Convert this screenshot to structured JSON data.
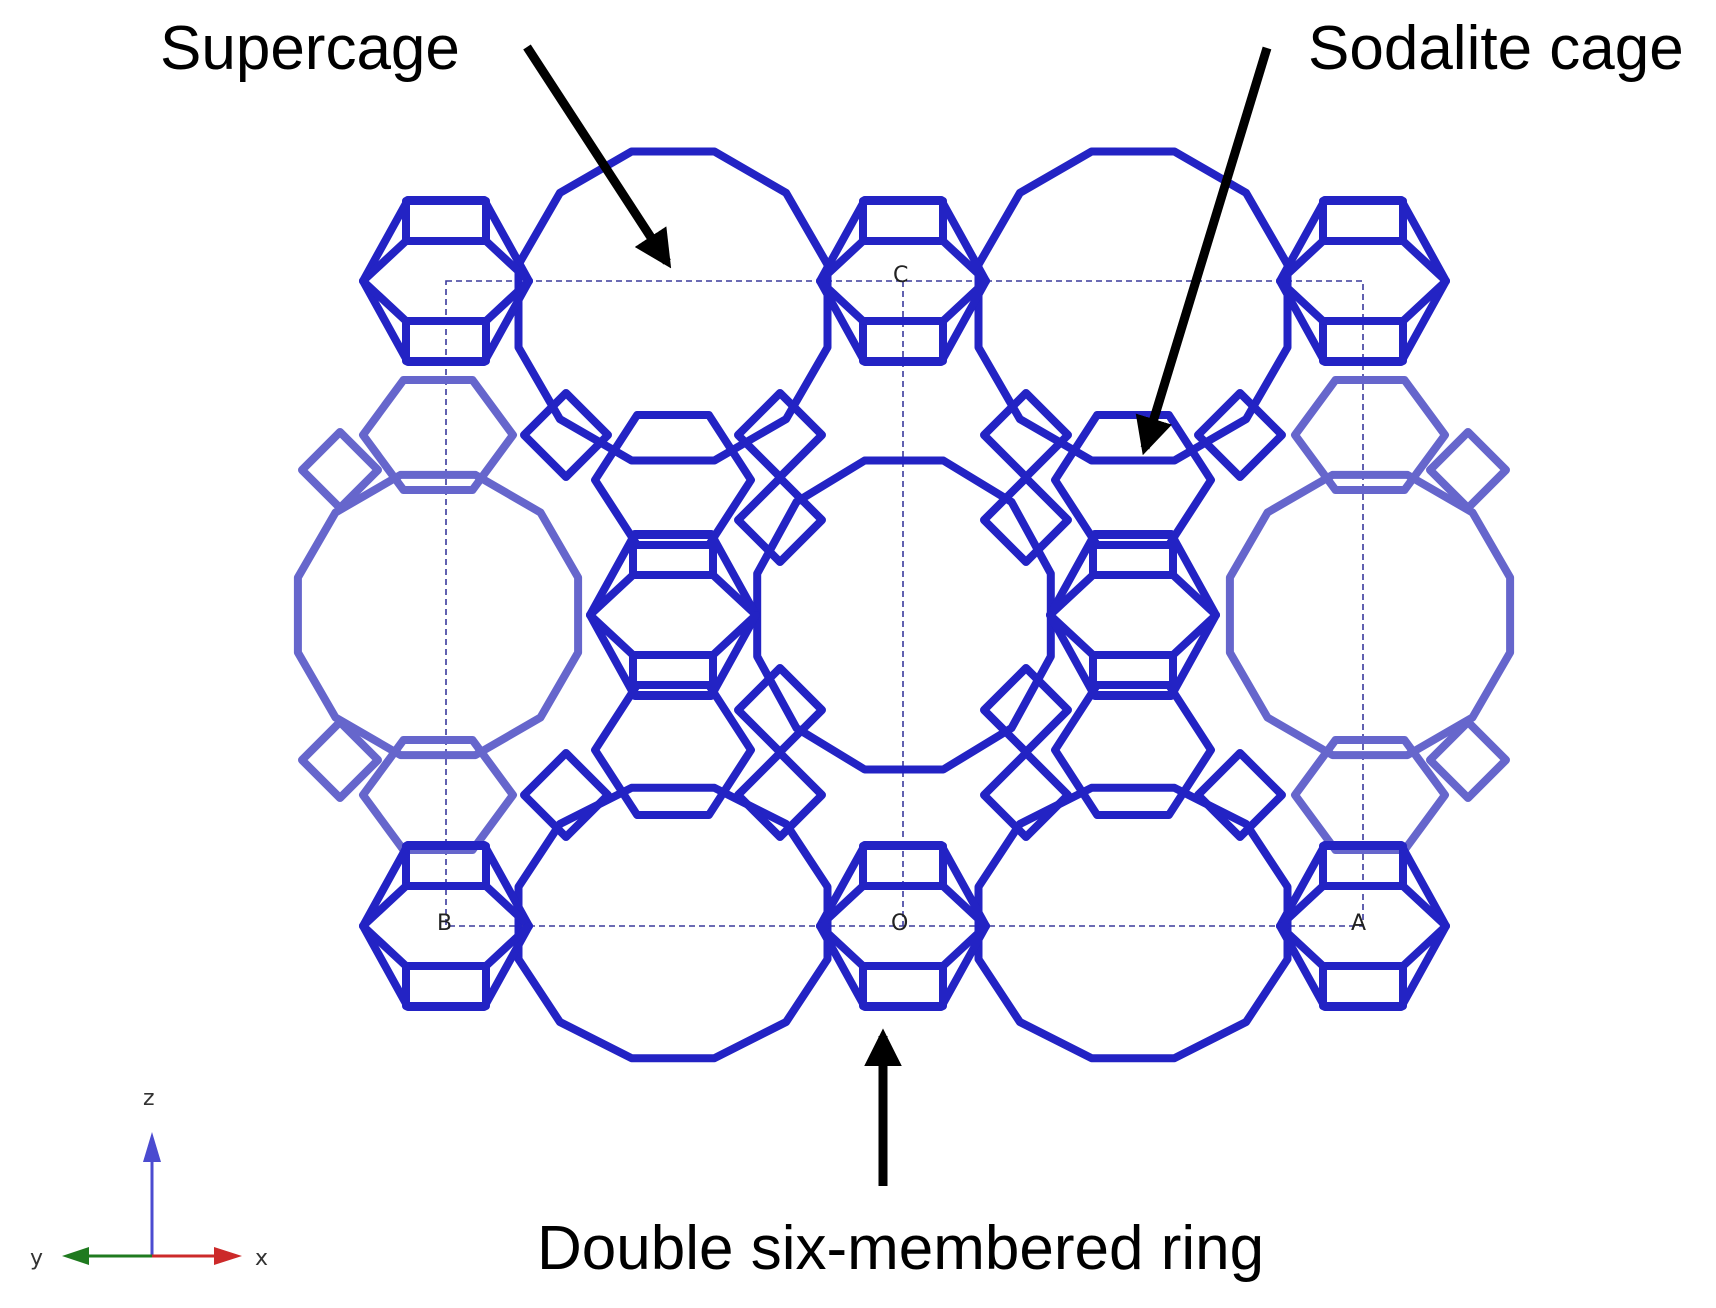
{
  "labels": {
    "supercage": "Supercage",
    "sodalite_cage": "Sodalite cage",
    "double_six_ring": "Double six-membered ring"
  },
  "cell_corners": {
    "c": "C",
    "b": "B",
    "o": "O",
    "a": "A"
  },
  "axes": {
    "z": "z",
    "y": "y",
    "x": "x"
  },
  "colors": {
    "framework": "#2323c4",
    "framework_faded": "#6666cc",
    "cell_edge": "#3a3a9c",
    "axis_z": "#4b4bd0",
    "axis_x": "#cc2a2a",
    "axis_y": "#1f7a1f",
    "arrow": "#000000"
  }
}
